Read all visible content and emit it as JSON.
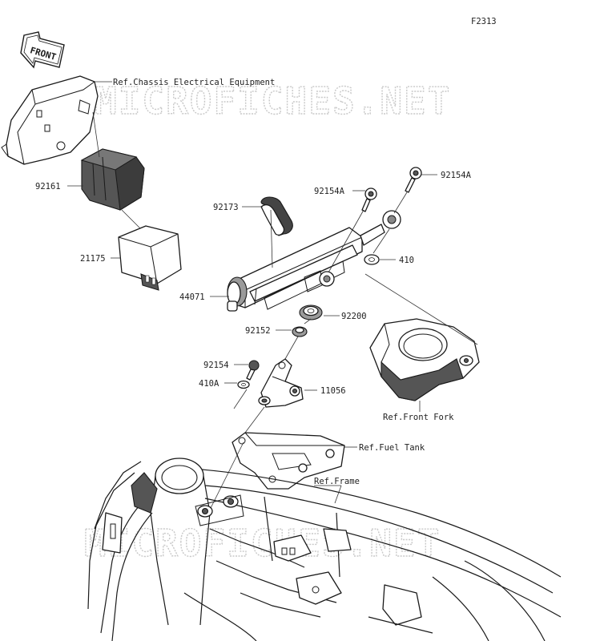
{
  "diagram": {
    "figure_code": "F2313",
    "watermark": "MICROFICHES.NET",
    "front_badge": "FRONT",
    "references": {
      "chassis_electrical": "Ref.Chassis Electrical Equipment",
      "front_fork": "Ref.Front Fork",
      "fuel_tank": "Ref.Fuel Tank",
      "frame": "Ref.Frame"
    },
    "parts": {
      "p92161": "92161",
      "p21175": "21175",
      "p92173": "92173",
      "p44071": "44071",
      "p92154a_left": "92154A",
      "p92154a_right": "92154A",
      "p410": "410",
      "p92200": "92200",
      "p92152": "92152",
      "p92154": "92154",
      "p410a": "410A",
      "p11056": "11056"
    }
  }
}
